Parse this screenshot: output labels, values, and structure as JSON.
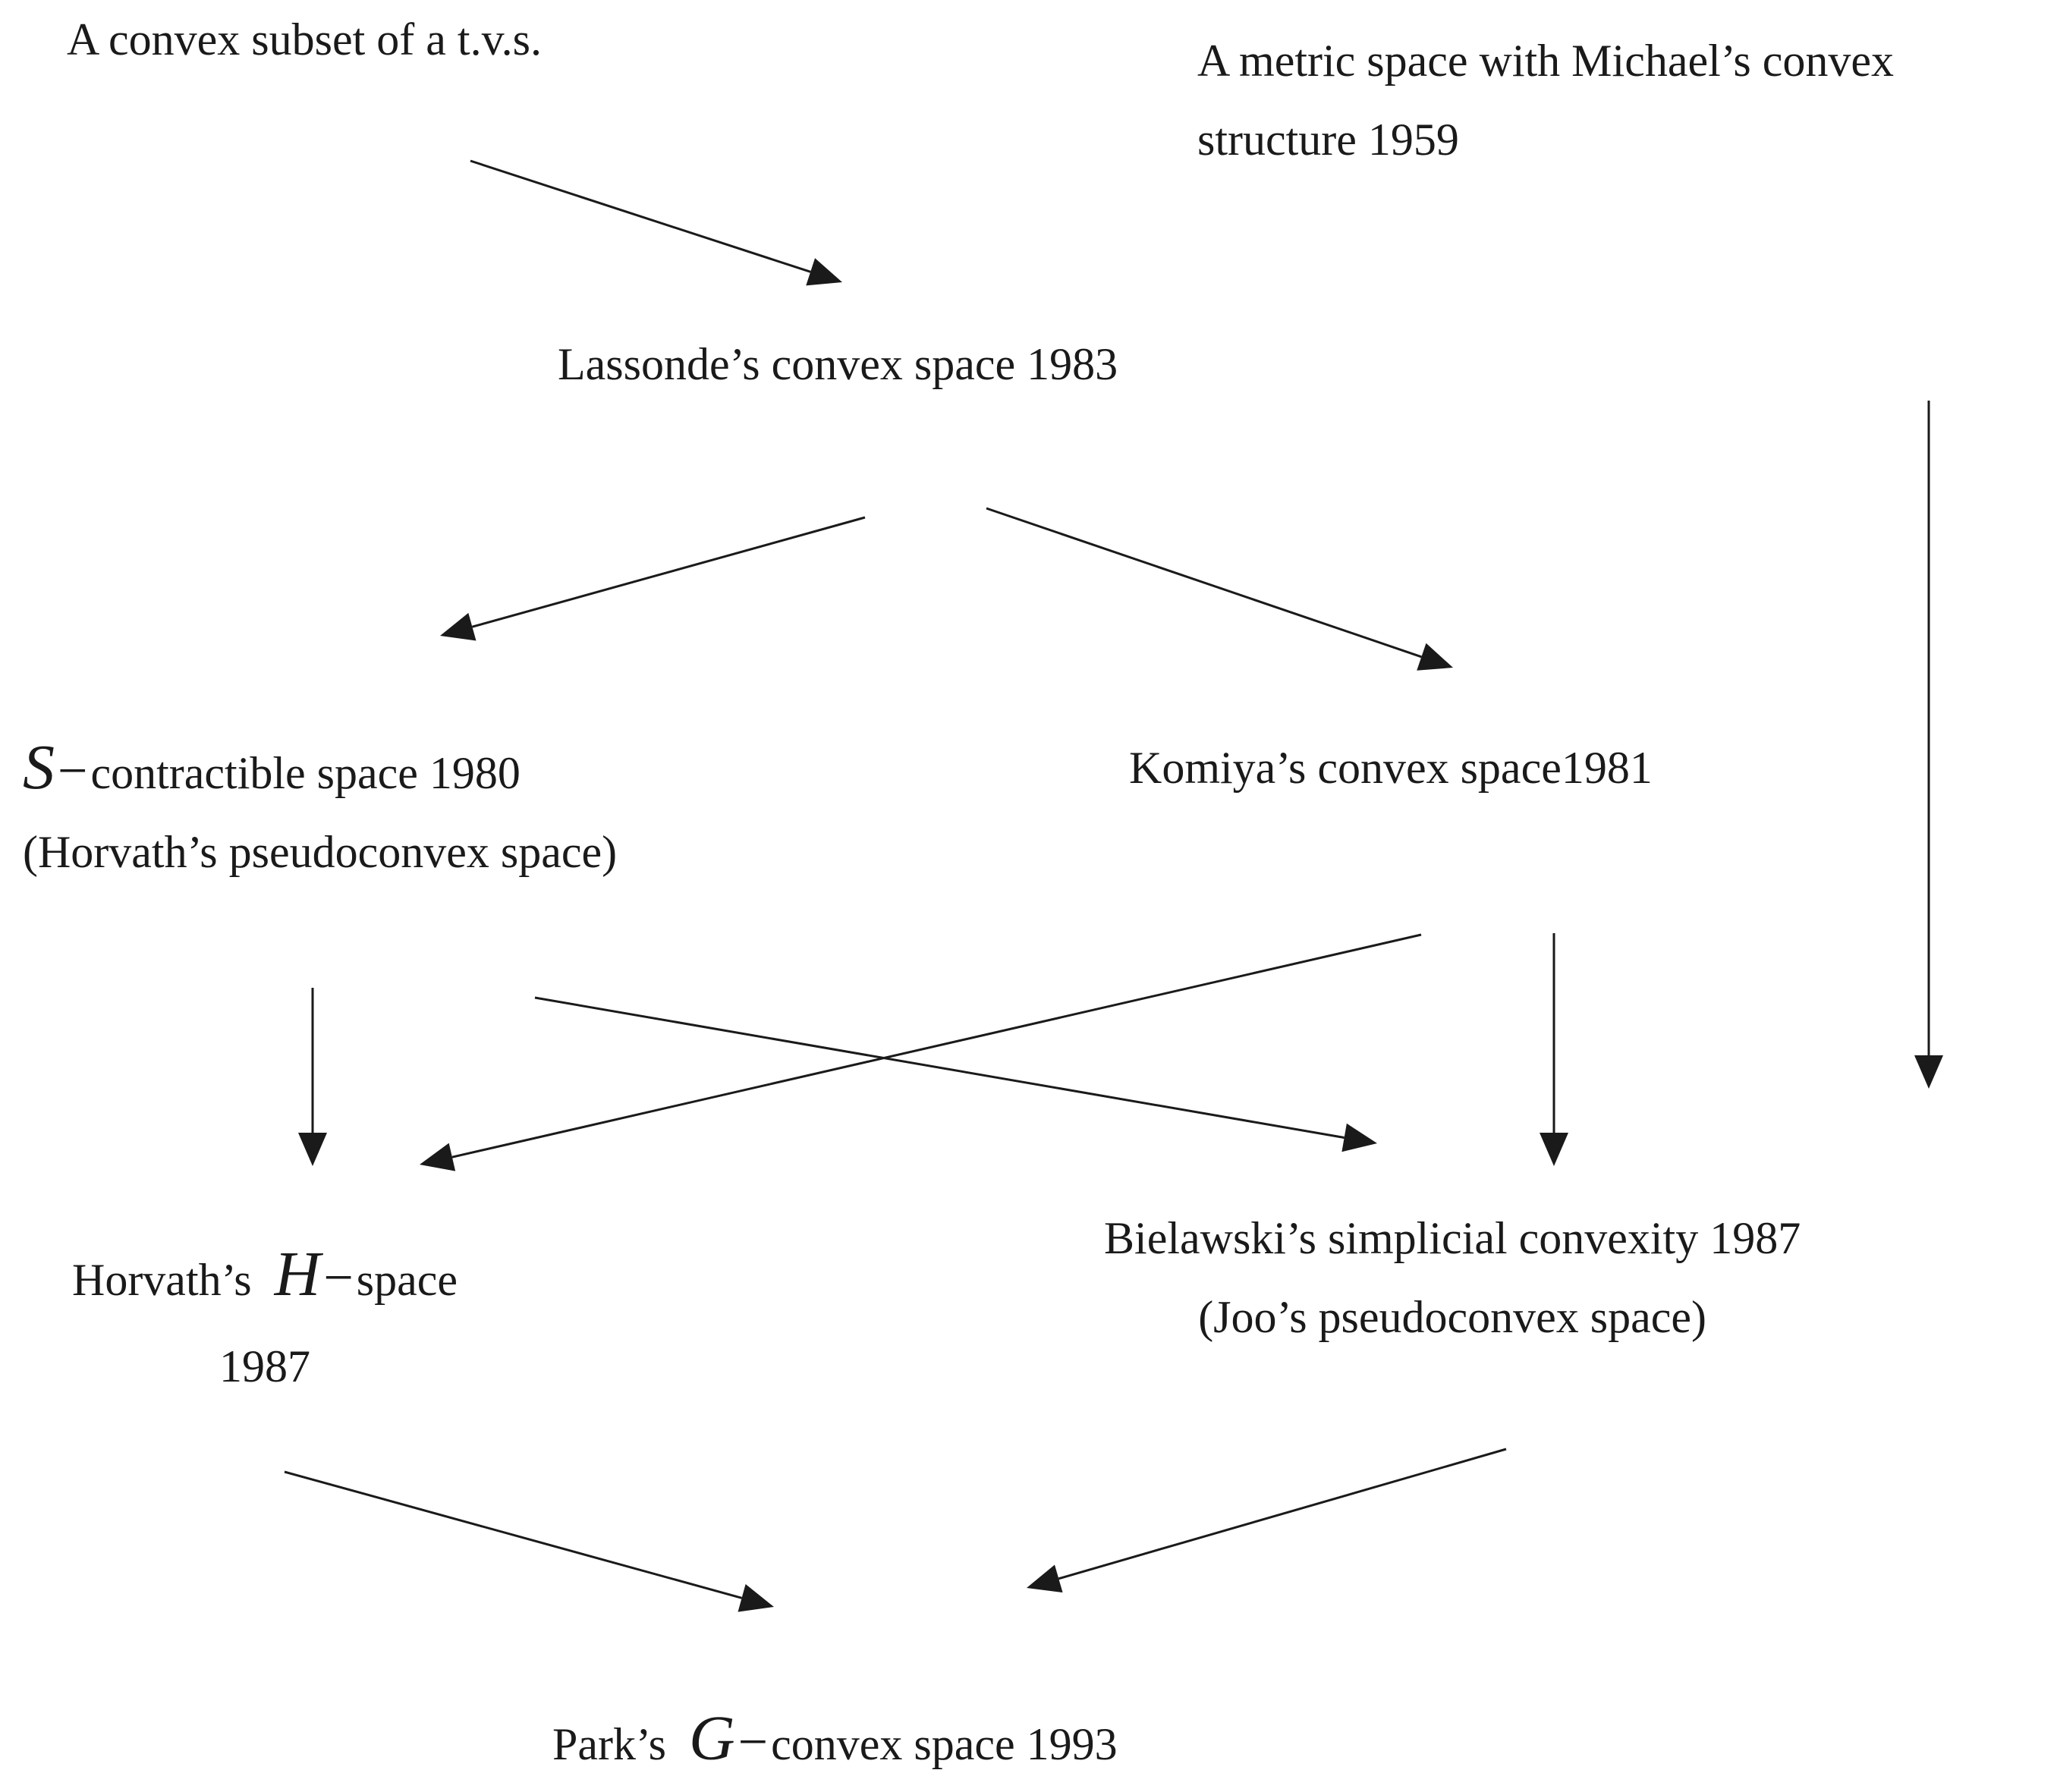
{
  "nodes": {
    "tvs": {
      "line1": "A convex subset of a t.v.s."
    },
    "michael": {
      "line1": "A metric space with Michael’s convex",
      "line2": "structure 1959"
    },
    "lassonde": {
      "line1": "Lassonde’s convex space 1983"
    },
    "s_contractible": {
      "symbol": "S",
      "minus": "−",
      "rest": "contractible space 1980",
      "line2": "(Horvath’s pseudoconvex space)"
    },
    "komiya": {
      "line1": "Komiya’s convex space1981"
    },
    "horvath_h": {
      "prefix": "Horvath’s",
      "symbol": "H",
      "minus": "−",
      "rest": "space",
      "line2": "1987"
    },
    "bielawski": {
      "line1": "Bielawski’s simplicial convexity 1987",
      "line2": "(Joo’s pseudoconvex space)"
    },
    "park": {
      "prefix": "Park’s",
      "symbol": "G",
      "minus": "−",
      "rest": "convex space 1993"
    }
  },
  "edges": [
    {
      "from": "tvs",
      "to": "lassonde"
    },
    {
      "from": "lassonde",
      "to": "s_contractible"
    },
    {
      "from": "lassonde",
      "to": "komiya"
    },
    {
      "from": "michael",
      "to": "bielawski"
    },
    {
      "from": "s_contractible",
      "to": "horvath_h"
    },
    {
      "from": "s_contractible",
      "to": "bielawski"
    },
    {
      "from": "komiya",
      "to": "horvath_h"
    },
    {
      "from": "komiya",
      "to": "bielawski"
    },
    {
      "from": "horvath_h",
      "to": "park"
    },
    {
      "from": "bielawski",
      "to": "park"
    }
  ],
  "colors": {
    "text": "#1a1a1a",
    "arrow": "#1a1a1a",
    "background": "#ffffff"
  }
}
